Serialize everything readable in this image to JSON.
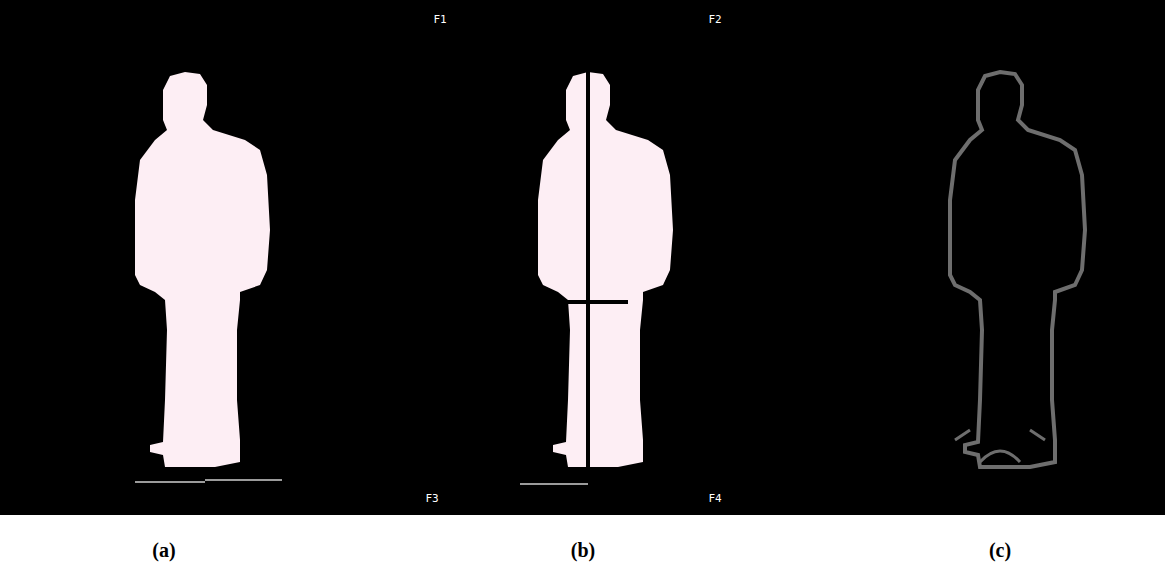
{
  "diagram": {
    "labels": [
      "F1",
      "F2",
      "F3",
      "F4",
      "(a)",
      "(b)",
      "(c)"
    ]
  }
}
